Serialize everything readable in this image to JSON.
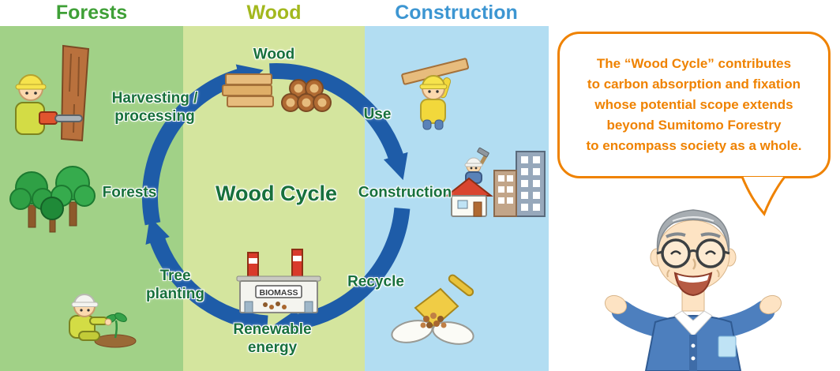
{
  "columns": [
    {
      "label": "Forests",
      "text_color": "#3fa037",
      "band_color": "#a1d187"
    },
    {
      "label": "Wood",
      "text_color": "#a3b81e",
      "band_color": "#d4e59e"
    },
    {
      "label": "Construction",
      "text_color": "#3d96d2",
      "band_color": "#b2ddf2"
    }
  ],
  "cycle": {
    "center_label": "Wood Cycle",
    "arrow_color": "#1e5ca8",
    "label_color": "#17703c",
    "labels": {
      "wood": "Wood",
      "use": "Use",
      "construction": "Construction",
      "recycle": "Recycle",
      "renewable_energy": "Renewable\nenergy",
      "tree_planting": "Tree\nplanting",
      "forests": "Forests",
      "harvesting_processing": "Harvesting /\nprocessing"
    }
  },
  "illustrations": {
    "biomass_sign": "BIOMASS"
  },
  "speech_bubble": {
    "text": "The “Wood Cycle” contributes\nto carbon absorption and fixation\nwhose potential scope extends\nbeyond Sumitomo Forestry\nto encompass society as a whole.",
    "accent_color": "#ef8200"
  }
}
